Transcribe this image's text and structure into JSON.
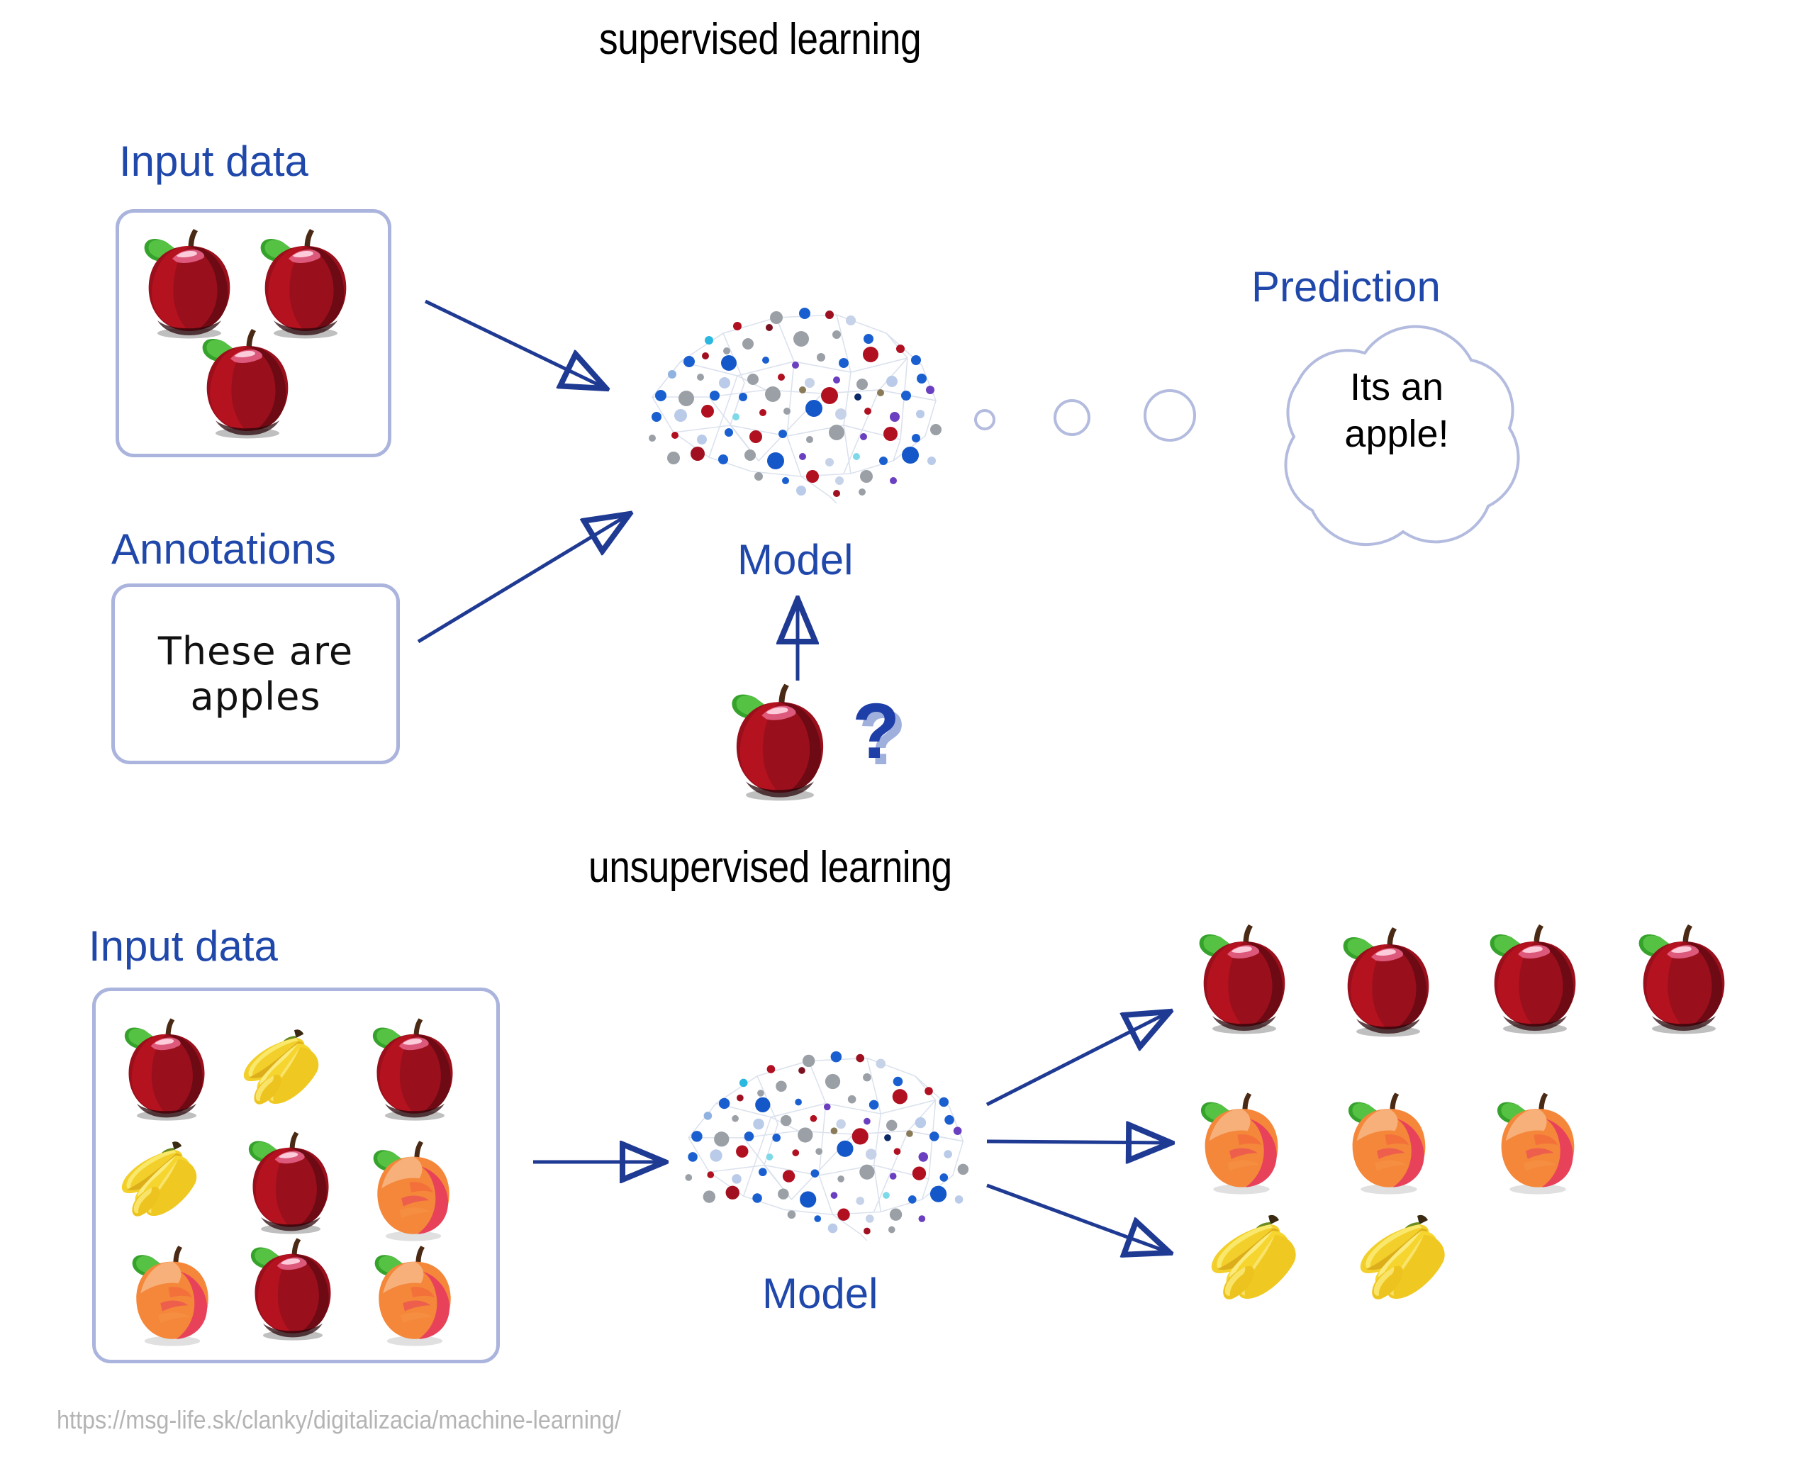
{
  "page": {
    "background": "#ffffff",
    "accent_blue": "#2048ab",
    "arrow_blue": "#1f3a93",
    "box_border": "#aab4dd",
    "url_gray": "#b4b4b4"
  },
  "supervised": {
    "title": "supervised learning",
    "input_label": "Input data",
    "input_items": [
      "apple",
      "apple",
      "apple"
    ],
    "annotations_label": "Annotations",
    "annotation_text_line1": "These are",
    "annotation_text_line2": "apples",
    "model_label": "Model",
    "model_icon": "brain-network-icon",
    "query_icon": "apple-icon",
    "query_marker": "?",
    "prediction_label": "Prediction",
    "prediction_line1": "Its an",
    "prediction_line2": "apple!",
    "thought_bubbles": [
      {
        "name": "thought-bubble-small",
        "r": 12
      },
      {
        "name": "thought-bubble-medium",
        "r": 22
      },
      {
        "name": "thought-bubble-large",
        "r": 32
      }
    ]
  },
  "unsupervised": {
    "title": "unsupervised learning",
    "input_label": "Input data",
    "input_grid": [
      [
        "apple",
        "banana",
        "apple"
      ],
      [
        "banana",
        "apple",
        "peach"
      ],
      [
        "peach",
        "apple",
        "peach"
      ]
    ],
    "model_label": "Model",
    "model_icon": "brain-network-icon",
    "clusters": [
      {
        "name": "cluster-apples",
        "fruit": "apple",
        "count": 4
      },
      {
        "name": "cluster-peaches",
        "fruit": "peach",
        "count": 3
      },
      {
        "name": "cluster-bananas",
        "fruit": "banana",
        "count": 2
      }
    ]
  },
  "footer": {
    "source_url": "https://msg-life.sk/clanky/digitalizacia/machine-learning/"
  }
}
